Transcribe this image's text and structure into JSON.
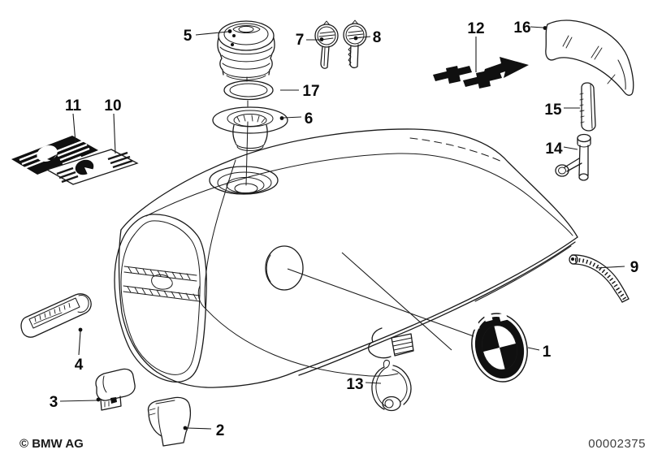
{
  "callouts": {
    "p1": "1",
    "p2": "2",
    "p3": "3",
    "p4": "4",
    "p5": "5",
    "p6": "6",
    "p7": "7",
    "p8": "8",
    "p9": "9",
    "p10": "10",
    "p11": "11",
    "p12": "12",
    "p13": "13",
    "p14": "14",
    "p15": "15",
    "p16": "16",
    "p17": "17"
  },
  "footer": {
    "copyright": "© BMW AG",
    "drawing_number": "00002375"
  },
  "colors": {
    "ink": "#1a1a1a",
    "background": "#ffffff"
  }
}
